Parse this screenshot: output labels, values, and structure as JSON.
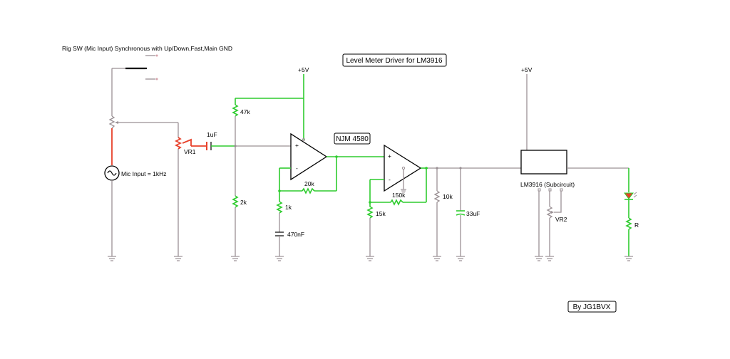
{
  "header_note": "Rig SW (Mic Input)  Synchronous with Up/Down,Fast,Main GND",
  "title": "Level Meter Driver for LM3916",
  "opamp_label": "NJM 4580",
  "author": "By JG1BVX",
  "labels": {
    "vcc_left": "+5V",
    "vcc_right": "+5V",
    "mic_input": "Mic Input = 1kHz",
    "vr1": "VR1",
    "c1": "1uF",
    "r47k": "47k",
    "r2k": "2k",
    "r20k": "20k",
    "r1k": "1k",
    "c470n": "470nF",
    "r150k": "150k",
    "r15k": "15k",
    "r10k": "10k",
    "c33u": "33uF",
    "lm3916": "LM3916 (Subcircuit)",
    "vr2": "VR2",
    "r_led": "R",
    "plus1": "+",
    "minus1": "-",
    "plus2": "+",
    "minus2": "-"
  },
  "colors": {
    "wire_active": "#2ecc2e",
    "wire_idle": "#9a9094",
    "wire_hot": "#e8402a"
  }
}
